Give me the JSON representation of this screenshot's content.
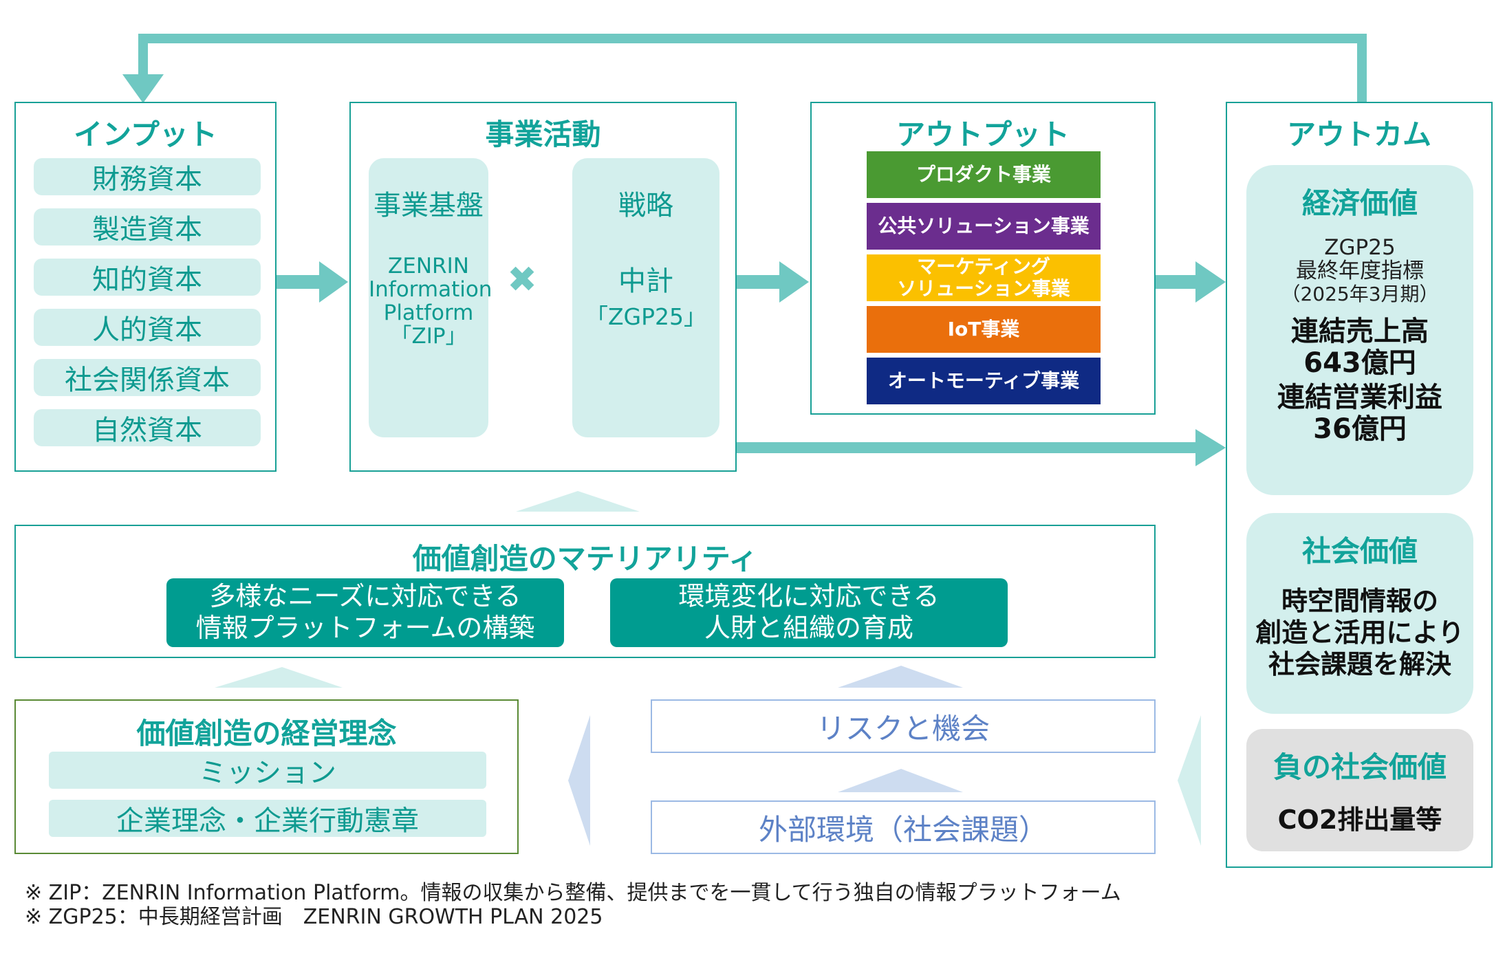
{
  "input": {
    "title": "インプット",
    "items": [
      "財務資本",
      "製造資本",
      "知的資本",
      "人的資本",
      "社会関係資本",
      "自然資本"
    ]
  },
  "business": {
    "title": "事業活動",
    "foundation": {
      "title": "事業基盤",
      "line1": "ZENRIN",
      "line2": "Information",
      "line3": "Platform",
      "line4": "「ZIP」"
    },
    "times_symbol": "✖",
    "strategy": {
      "title": "戦略",
      "line1": "中計",
      "line2": "「ZGP25」"
    }
  },
  "output": {
    "title": "アウトプット",
    "segments": [
      {
        "label1": "プロダクト事業",
        "label2": "",
        "color": "#4a9a32"
      },
      {
        "label1": "公共ソリューション事業",
        "label2": "",
        "color": "#6b2d8e"
      },
      {
        "label1": "マーケティング",
        "label2": "ソリューション事業",
        "color": "#fbc000"
      },
      {
        "label1": "IoT事業",
        "label2": "",
        "color": "#ea6f0c"
      },
      {
        "label1": "オートモーティブ事業",
        "label2": "",
        "color": "#0f2a84"
      }
    ]
  },
  "outcome": {
    "title": "アウトカム",
    "economic": {
      "title": "経済価値",
      "sub1": "ZGP25",
      "sub2": "最終年度指標",
      "sub3": "（2025年3月期）",
      "kpi1_label": "連結売上高",
      "kpi1_value": "643億円",
      "kpi2_label": "連結営業利益",
      "kpi2_value": "36億円"
    },
    "social": {
      "title": "社会価値",
      "line1": "時空間情報の",
      "line2": "創造と活用により",
      "line3": "社会課題を解決"
    },
    "negative": {
      "title": "負の社会価値",
      "line1": "CO2排出量等"
    }
  },
  "materiality": {
    "title": "価値創造のマテリアリティ",
    "item1_line1": "多様なニーズに対応できる",
    "item1_line2": "情報プラットフォームの構築",
    "item2_line1": "環境変化に対応できる",
    "item2_line2": "人財と組織の育成"
  },
  "philosophy": {
    "title": "価値創造の経営理念",
    "items": [
      "ミッション",
      "企業理念・企業行動憲章"
    ]
  },
  "risk": "リスクと機会",
  "external": "外部環境（社会課題）",
  "notes": [
    "※ ZIP：ZENRIN Information Platform。情報の収集から整備、提供までを一貫して行う独自の情報プラットフォーム",
    "※ ZGP25：中長期経営計画　ZENRIN GROWTH PLAN 2025"
  ],
  "colors": {
    "teal": "#18a096",
    "teal_arrow": "#6fc8c2",
    "light_teal": "#d3efed",
    "dark_teal_box": "#009c90",
    "blue_border": "#9bb9e4",
    "blue_text": "#5d82c6",
    "olive_border": "#5a8a35",
    "gray_box": "#e0e0e0"
  }
}
